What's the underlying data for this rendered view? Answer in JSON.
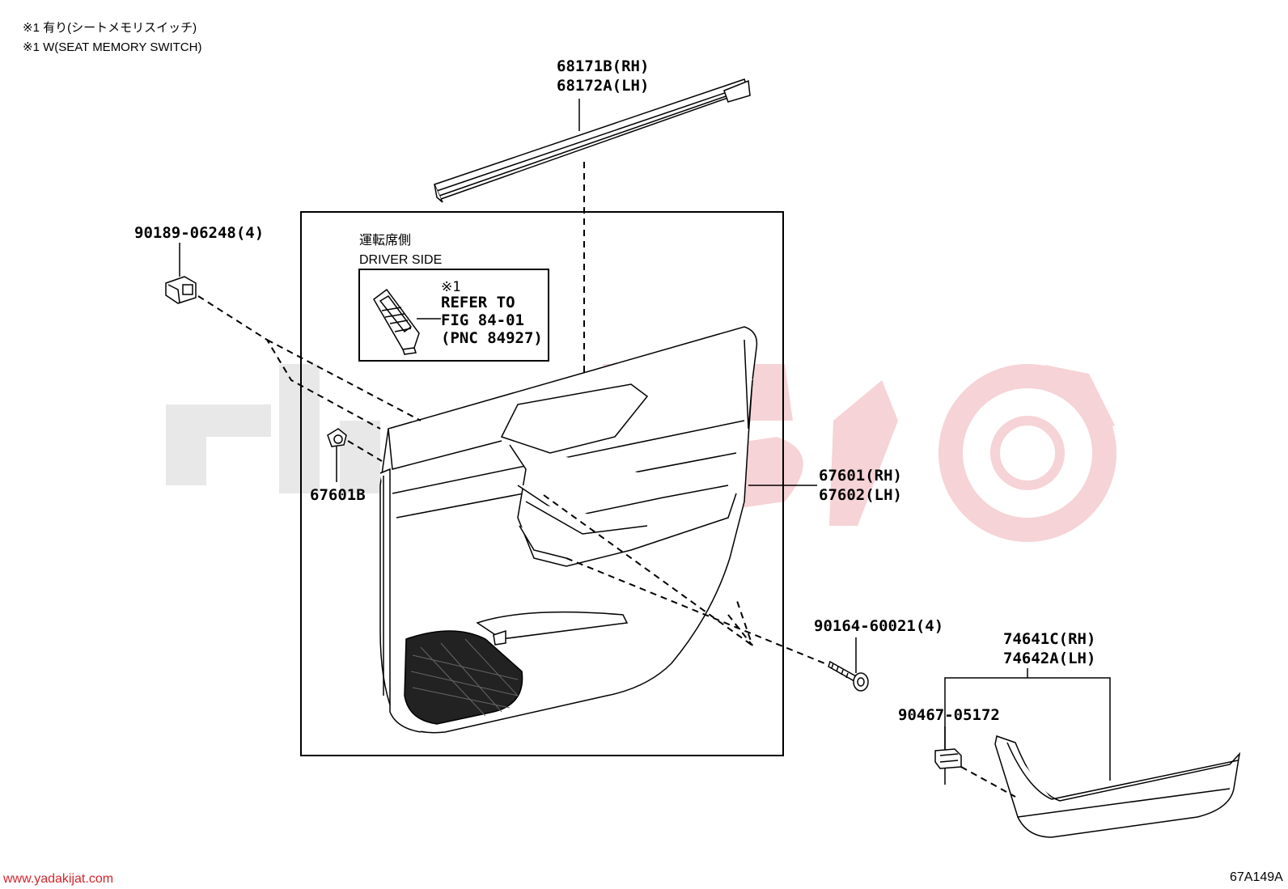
{
  "notes": {
    "line1": "※1 有り(シートメモリスイッチ)",
    "line2": "※1 W(SEAT MEMORY SWITCH)"
  },
  "callouts": {
    "part_68171B": "68171B(RH)",
    "part_68172A": "68172A(LH)",
    "part_90189": "90189-06248(4)",
    "part_67601B": "67601B",
    "part_67601": "67601(RH)",
    "part_67602": "67602(LH)",
    "part_90164": "90164-60021(4)",
    "part_74641C": "74641C(RH)",
    "part_74642A": "74642A(LH)",
    "part_90467": "90467-05172"
  },
  "driver_side": {
    "label_jp": "運転席側",
    "label_en": "DRIVER SIDE",
    "ref_mark": "※1",
    "ref_line1": "REFER TO",
    "ref_line2": "FIG 84-01",
    "ref_line3": "(PNC 84927)"
  },
  "footer": {
    "website": "www.yadakijat.com",
    "figure_code": "67A149A"
  },
  "colors": {
    "watermark": "#e6e6e6",
    "watermark_accent": "#f6d3d6",
    "brand_red": "#d3252b"
  }
}
